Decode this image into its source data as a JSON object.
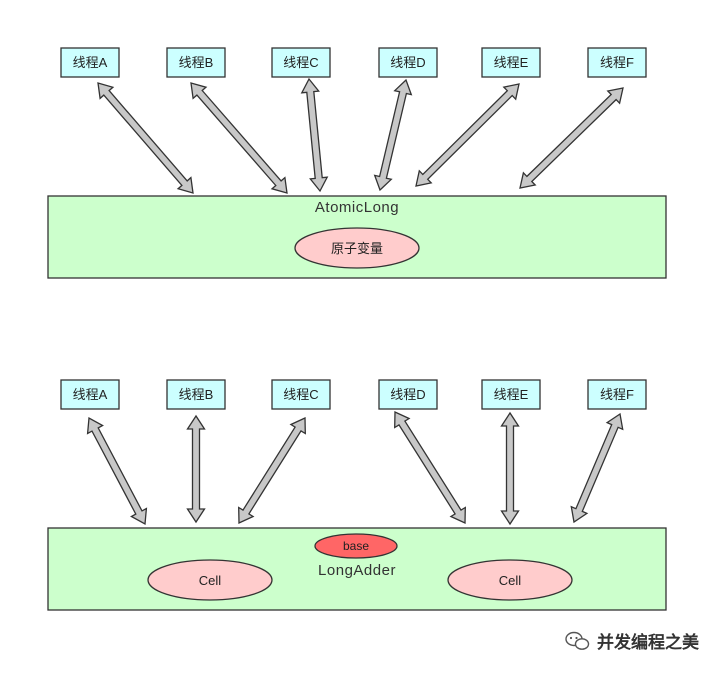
{
  "diagram_top": {
    "threads": [
      "线程A",
      "线程B",
      "线程C",
      "线程D",
      "线程E",
      "线程F"
    ],
    "container_label": "AtomicLong",
    "variable_label": "原子变量"
  },
  "diagram_bottom": {
    "threads": [
      "线程A",
      "线程B",
      "线程C",
      "线程D",
      "线程E",
      "线程F"
    ],
    "container_label": "LongAdder",
    "base_label": "base",
    "cell_labels": [
      "Cell",
      "Cell"
    ]
  },
  "watermark": {
    "text": "并发编程之美"
  },
  "colors": {
    "thread_box_fill": "#ccffff",
    "container_fill": "#ccffcc",
    "variable_fill": "#ffcccc",
    "base_fill": "#ff6666",
    "arrow_fill": "#c8c8c8",
    "stroke": "#333333"
  }
}
